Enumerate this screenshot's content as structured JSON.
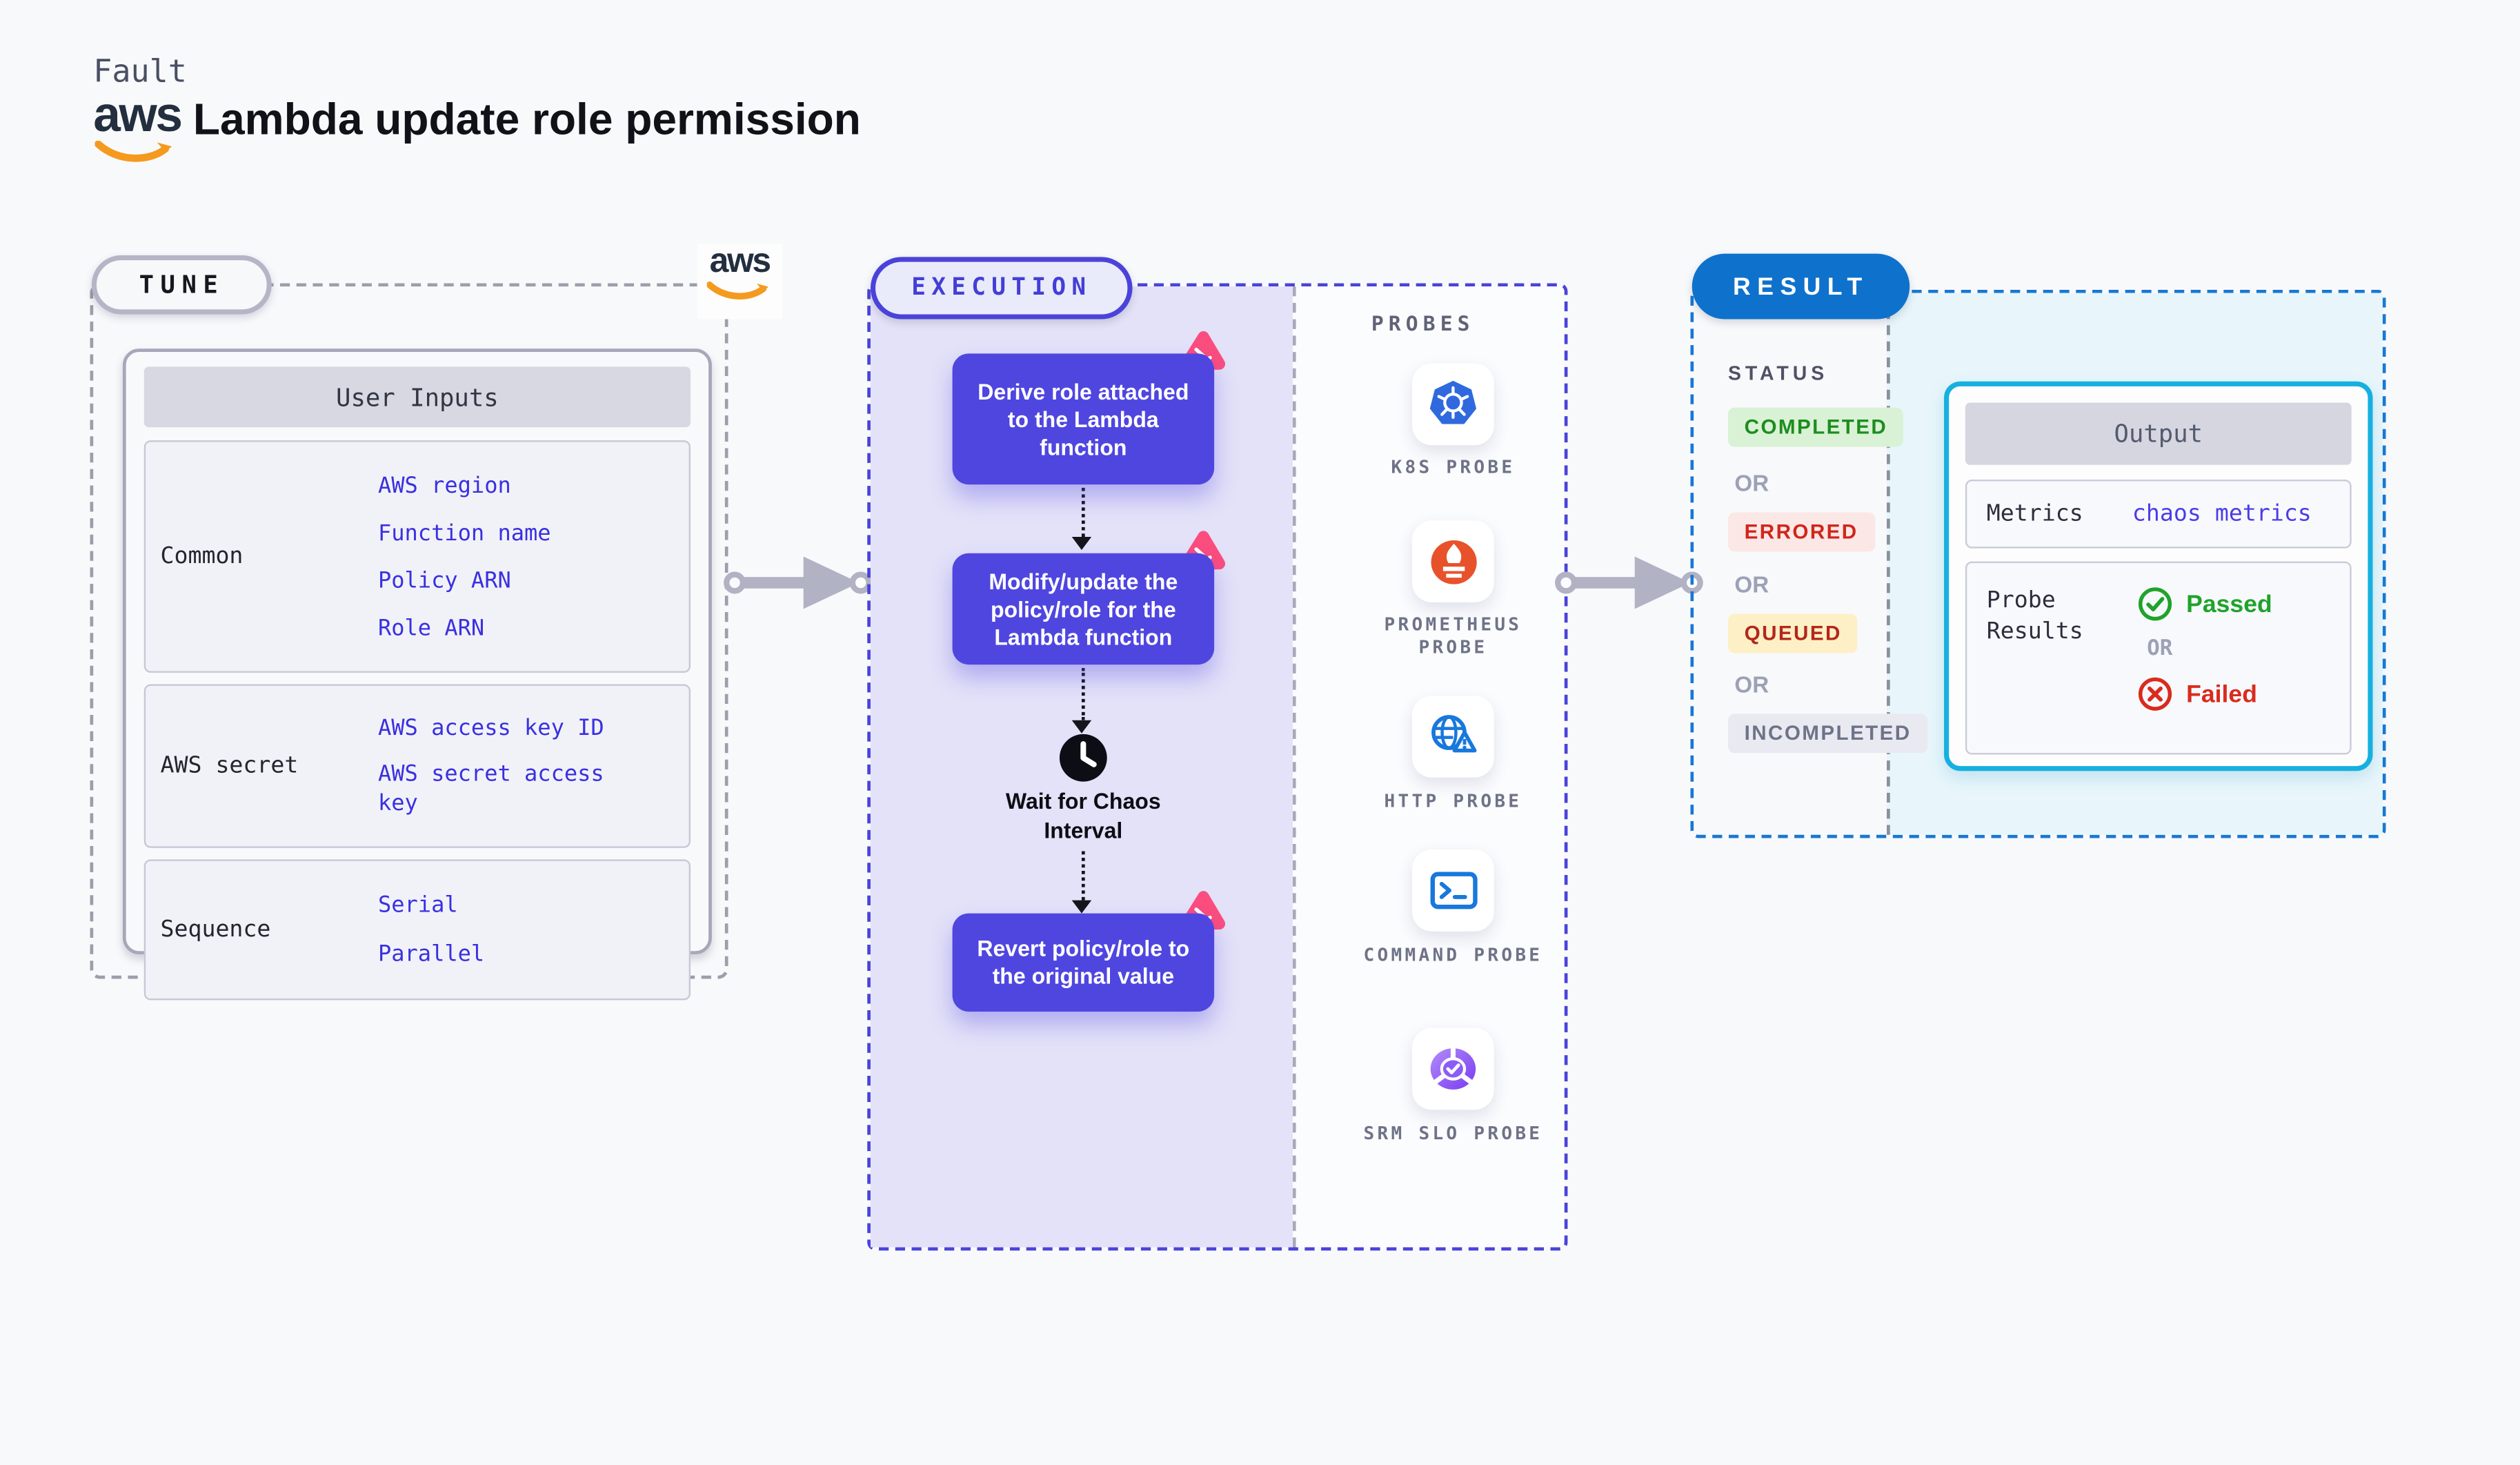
{
  "header": {
    "kicker": "Fault",
    "logo_text": "aws",
    "title": "Lambda update role permission"
  },
  "colors": {
    "accent_indigo": "#4f46e0",
    "execution_border": "#4a43d9",
    "result_blue": "#0e72cc",
    "output_border": "#16b0e0",
    "link_blue": "#3a30e0",
    "completed_green": "#1e8d1e",
    "errored_red": "#d2251b",
    "queued_amber_bg": "#fdf0c6",
    "incompleted_gray": "#6e7389",
    "passed_green": "#1fa32b",
    "failed_red": "#d92b1e",
    "litmus_pink": "#fb4d7e",
    "aws_orange": "#f49a1f"
  },
  "tune": {
    "pill": "TUNE",
    "card_title": "User Inputs",
    "groups": [
      {
        "label": "Common",
        "items": [
          "AWS region",
          "Function name",
          "Policy ARN",
          "Role ARN"
        ]
      },
      {
        "label": "AWS secret",
        "items": [
          "AWS access key ID",
          "AWS secret access key"
        ]
      },
      {
        "label": "Sequence",
        "items": [
          "Serial",
          "Parallel"
        ]
      }
    ]
  },
  "execution": {
    "pill": "EXECUTION",
    "nodes": [
      "Derive role attached to the Lambda function",
      "Modify/update the policy/role for the Lambda function",
      "Revert policy/role to the original value"
    ],
    "wait_label": "Wait for Chaos Interval",
    "probes": {
      "title": "PROBES",
      "items": [
        {
          "name": "K8S PROBE",
          "icon": "kubernetes-icon"
        },
        {
          "name": "PROMETHEUS PROBE",
          "icon": "prometheus-icon"
        },
        {
          "name": "HTTP PROBE",
          "icon": "http-globe-icon"
        },
        {
          "name": "COMMAND PROBE",
          "icon": "terminal-icon"
        },
        {
          "name": "SRM SLO PROBE",
          "icon": "srm-slo-icon"
        }
      ]
    }
  },
  "result": {
    "pill": "RESULT",
    "status_title": "STATUS",
    "or_label": "OR",
    "statuses": [
      {
        "label": "COMPLETED",
        "fg": "#1e8d1e",
        "bg": "#d9f2d6"
      },
      {
        "label": "ERRORED",
        "fg": "#d2251b",
        "bg": "#fbe8e6"
      },
      {
        "label": "QUEUED",
        "fg": "#b3271c",
        "bg": "#fdf0c6"
      },
      {
        "label": "INCOMPLETED",
        "fg": "#6e7389",
        "bg": "#e9eaf1"
      }
    ],
    "output": {
      "title": "Output",
      "metrics_label": "Metrics",
      "metrics_value": "chaos metrics",
      "probe_results_label": "Probe Results",
      "passed": "Passed",
      "failed": "Failed"
    }
  }
}
